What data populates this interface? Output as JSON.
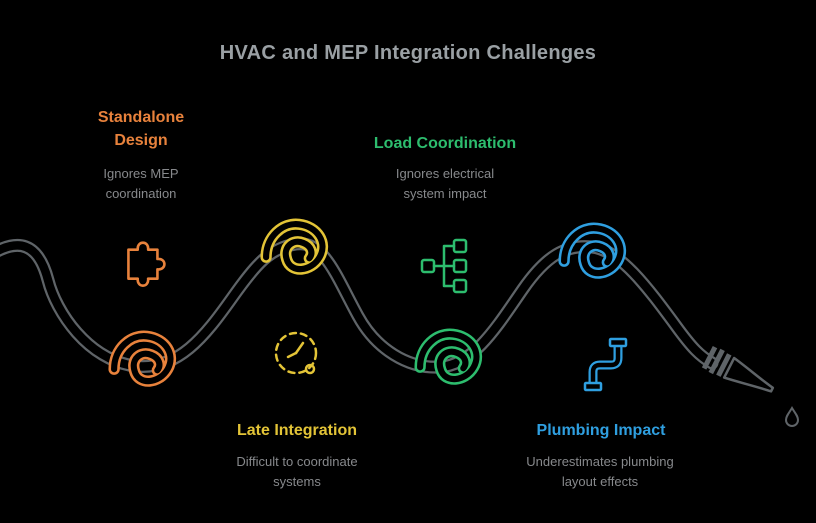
{
  "title": "HVAC and MEP Integration Challenges",
  "colors": {
    "background": "#000000",
    "title": "#9aa0a4",
    "subtitle": "#87898c",
    "hose": "#5f6468",
    "orange": "#e8823c",
    "green": "#2dbd6e",
    "yellow": "#e3c437",
    "blue": "#2f9fe0"
  },
  "milestones": [
    {
      "title": "Standalone Design",
      "subtitle": "Ignores MEP coordination",
      "color": "orange",
      "icons": [
        "puzzle-icon",
        "hose-loop-icon"
      ]
    },
    {
      "title": "Load Coordination",
      "subtitle": "Ignores electrical system impact",
      "color": "green",
      "icons": [
        "network-icon",
        "hose-loop-icon"
      ]
    },
    {
      "title": "Late Integration",
      "subtitle": "Difficult to coordinate systems",
      "color": "yellow",
      "icons": [
        "clock-icon",
        "hose-loop-icon"
      ]
    },
    {
      "title": "Plumbing Impact",
      "subtitle": "Underestimates plumbing layout effects",
      "color": "blue",
      "icons": [
        "pipe-icon",
        "hose-loop-icon"
      ]
    }
  ]
}
